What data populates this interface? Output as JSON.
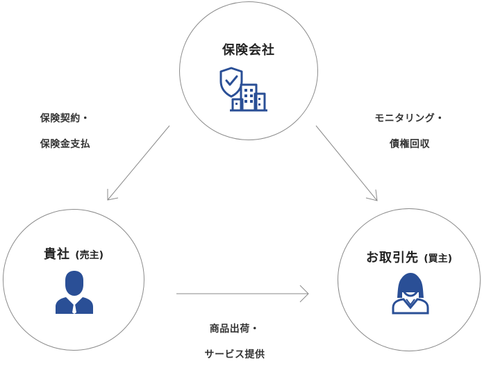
{
  "nodes": {
    "insurer": {
      "title": "保険会社",
      "icon": "shield-building-icon"
    },
    "seller": {
      "title": "貴社",
      "sub": "(売主)",
      "icon": "man-person-icon"
    },
    "buyer": {
      "title": "お取引先",
      "sub": "(買主)",
      "icon": "woman-person-icon"
    }
  },
  "flows": {
    "insurer_to_seller": {
      "line1": "保険契約・",
      "line2": "保険金支払"
    },
    "insurer_to_buyer": {
      "line1": "モニタリング・",
      "line2": "債権回収"
    },
    "seller_to_buyer": {
      "line1": "商品出荷・",
      "line2": "サービス提供"
    }
  },
  "colors": {
    "icon": "#2a4f96",
    "line": "#8a8a8a",
    "text": "#222222"
  }
}
